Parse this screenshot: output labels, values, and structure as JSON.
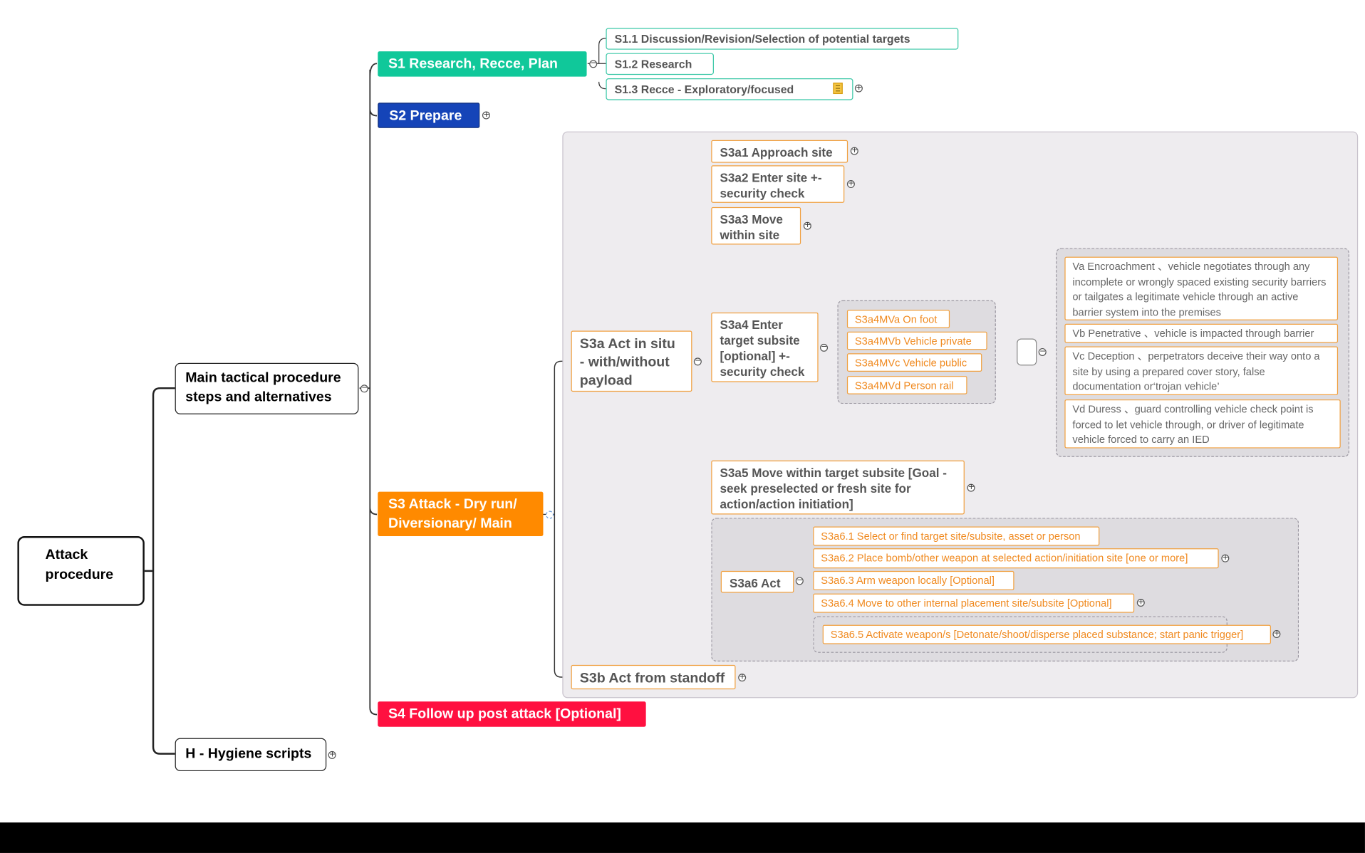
{
  "root": {
    "label": "Attack procedure"
  },
  "level1": {
    "main": "Main tactical procedure steps and alternatives",
    "hygiene": "H - Hygiene scripts"
  },
  "steps": {
    "s1": "S1 Research, Recce, Plan",
    "s2": "S2 Prepare",
    "s3": "S3 Attack - Dry run/ Diversionary/ Main",
    "s4": "S4 Follow up post attack [Optional]"
  },
  "s1_children": [
    "S1.1 Discussion/Revision/Selection of potential targets",
    "S1.2 Research",
    "S1.3  Recce - Exploratory/focused"
  ],
  "s3_children": {
    "s3a": "S3a Act in situ - with/without payload",
    "s3b": "S3b Act from standoff"
  },
  "s3a_children": [
    "S3a1 Approach site",
    "S3a2 Enter site +- security check",
    "S3a3 Move within site",
    "S3a4 Enter target subsite [optional] +- security check",
    "S3a5 Move within target subsite [Goal - seek preselected or fresh site for action/action initiation]",
    "S3a6 Act"
  ],
  "s3a4_modes": [
    "S3a4MVa On foot",
    "S3a4MVb Vehicle private",
    "S3a4MVc Vehicle public",
    "S3a4MVd Person rail"
  ],
  "vehicle_modes": [
    "Va Encroachment 、vehicle negotiates through any incomplete or wrongly spaced existing security barriers or tailgates a legitimate vehicle through an active barrier system into the premises",
    "Vb Penetrative 、vehicle is impacted through barrier",
    "Vc Deception 、perpetrators deceive their way onto a site by using a prepared cover story, false documentation or‘trojan vehicle’",
    "Vd Duress 、guard controlling vehicle check point is forced to let vehicle through, or  driver of legitimate vehicle  forced to carry an IED"
  ],
  "s3a6_children": [
    "S3a6.1 Select or find target site/subsite, asset or person",
    "S3a6.2 Place bomb/other weapon at selected action/initiation site [one or more]",
    "S3a6.3 Arm weapon locally [Optional]",
    "S3a6.4 Move to other internal placement site/subsite [Optional]",
    "S3a6.5 Activate weapon/s [Detonate/shoot/disperse placed substance; start panic trigger]"
  ],
  "icons": {
    "expand": "circled-plus-icon",
    "collapse": "circled-minus-icon",
    "note": "note-icon"
  },
  "colors": {
    "s1": "#10c89a",
    "s2": "#1544b8",
    "s3": "#ff8a00",
    "s4": "#ff1040",
    "teal_border": "#39c7a6",
    "orange_border": "#f0a040",
    "orange_text": "#f08a20",
    "panel": "#eeecef"
  }
}
